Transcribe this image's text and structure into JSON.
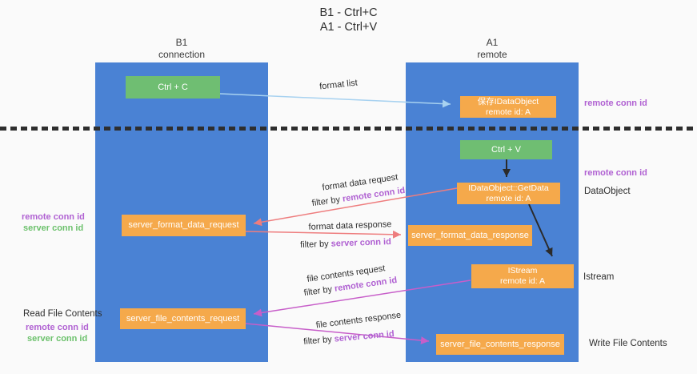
{
  "title": {
    "line1": "B1 - Ctrl+C",
    "line2": "A1 - Ctrl+V"
  },
  "columns": {
    "left": {
      "name": "B1",
      "role": "connection"
    },
    "right": {
      "name": "A1",
      "role": "remote"
    }
  },
  "boxes": {
    "ctrl_c": "Ctrl + C",
    "ctrl_v": "Ctrl + V",
    "save_idataobject": {
      "line1": "保存IDataObject",
      "line2": "remote id: A"
    },
    "getdata": {
      "line1": "IDataObject::GetData",
      "line2": "remote id: A"
    },
    "istream": {
      "line1": "IStream",
      "line2": "remote id: A"
    },
    "format_request": "server_format_data_request",
    "format_response": "server_format_data_response",
    "file_request": "server_file_contents_request",
    "file_response": "server_file_contents_response"
  },
  "flow_labels": {
    "format_list": "format list",
    "format_data_request": "format data request",
    "format_data_response": "format data response",
    "file_contents_request": "file contents request",
    "file_contents_response": "file contents response",
    "filter_by": "filter by",
    "remote_conn_id": "remote conn id",
    "server_conn_id": "server conn id"
  },
  "annotations": {
    "left_top": {
      "remote": "remote conn id",
      "server": "server conn id"
    },
    "left_bottom": {
      "title": "Read File Contents",
      "remote": "remote conn id",
      "server": "server conn id"
    },
    "right": {
      "remote_1": "remote conn id",
      "remote_2": "remote conn id",
      "dataobject": "DataObject",
      "istream": "Istream",
      "write": "Write File Contents"
    }
  },
  "colors": {
    "column_blue": "#4a82d4",
    "box_orange": "#f5a94b",
    "box_green": "#6fbe72",
    "arrow_lightblue": "#a8d2f0",
    "arrow_salmon": "#ee7d7e",
    "arrow_magenta": "#c75ec9",
    "arrow_black": "#2b2b2b",
    "text_purple": "#b061d2",
    "text_green": "#6cc16c",
    "text_dark": "#2e2e2e"
  }
}
